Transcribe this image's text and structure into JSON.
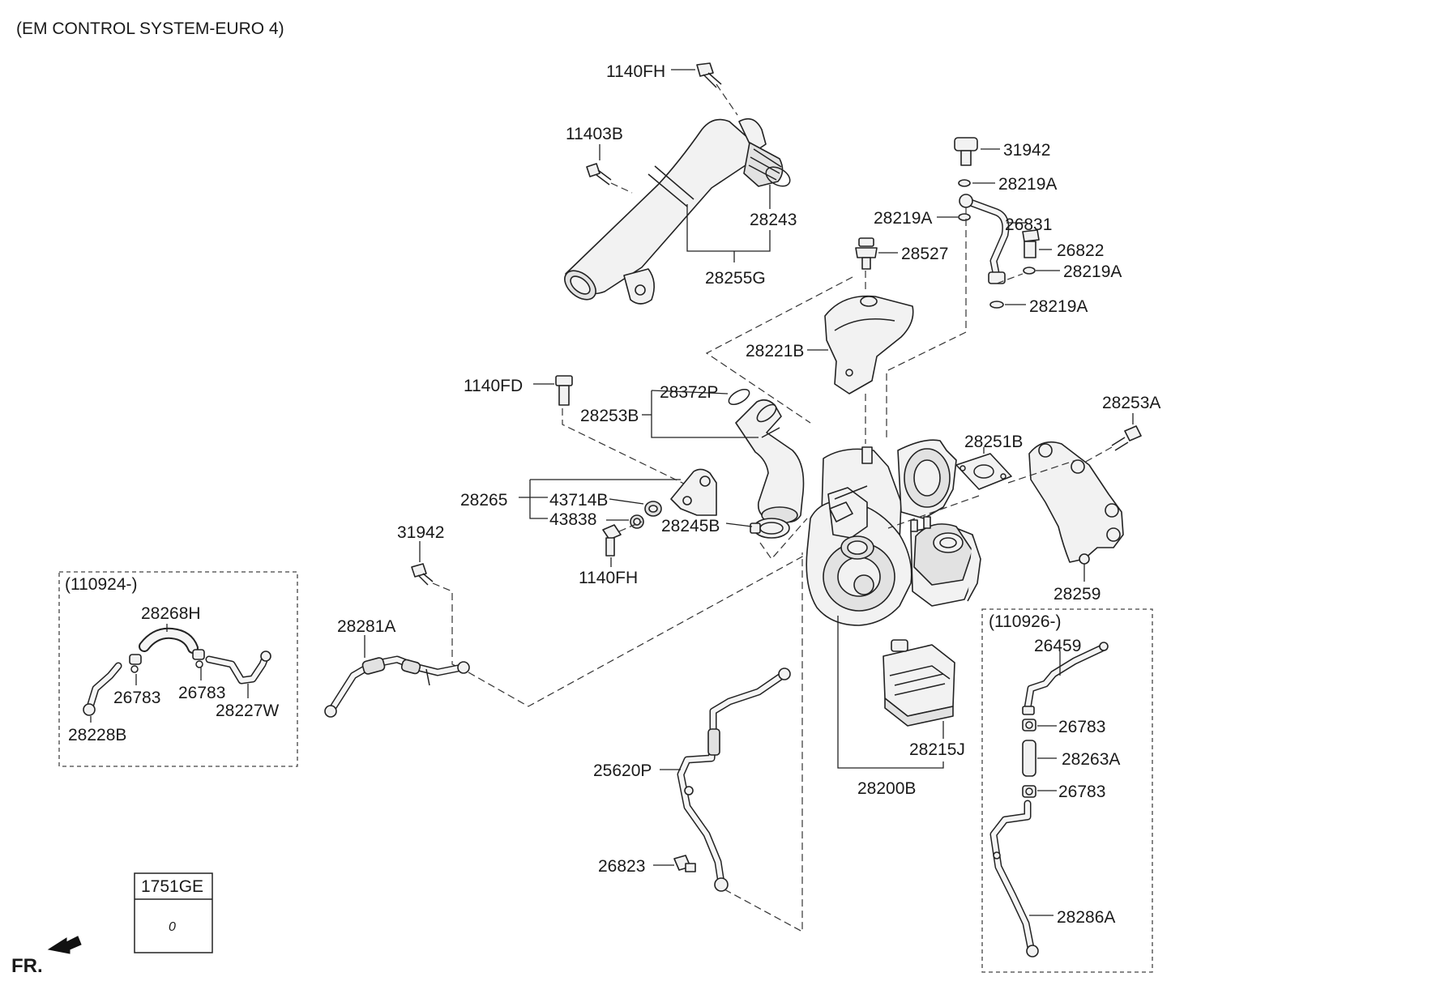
{
  "title": "(EM CONTROL SYSTEM-EURO 4)",
  "front_marker": "FR.",
  "boxes": {
    "left_box_label": "(110924-)",
    "right_box_label": "(110926-)"
  },
  "parts": {
    "p_1140FH_top": "1140FH",
    "p_11403B": "11403B",
    "p_28243": "28243",
    "p_28255G": "28255G",
    "p_31942_top": "31942",
    "p_28219A_1": "28219A",
    "p_28219A_2": "28219A",
    "p_26831": "26831",
    "p_26822": "26822",
    "p_28219A_3": "28219A",
    "p_28219A_4": "28219A",
    "p_28527": "28527",
    "p_28221B": "28221B",
    "p_1140FD": "1140FD",
    "p_28372P": "28372P",
    "p_28253B": "28253B",
    "p_28253A": "28253A",
    "p_28251B": "28251B",
    "p_28265": "28265",
    "p_43714B": "43714B",
    "p_43838": "43838",
    "p_28245B": "28245B",
    "p_1140FH_mid": "1140FH",
    "p_31942_mid": "31942",
    "p_28259": "28259",
    "p_28268H": "28268H",
    "p_26783_l1": "26783",
    "p_26783_l2": "26783",
    "p_28227W": "28227W",
    "p_28228B": "28228B",
    "p_28281A": "28281A",
    "p_26459": "26459",
    "p_26783_r1": "26783",
    "p_28263A": "28263A",
    "p_26783_r2": "26783",
    "p_28286A": "28286A",
    "p_28215J": "28215J",
    "p_28200B": "28200B",
    "p_25620P": "25620P",
    "p_26823": "26823"
  },
  "legend_box": {
    "code": "1751GE",
    "symbol": "0"
  }
}
